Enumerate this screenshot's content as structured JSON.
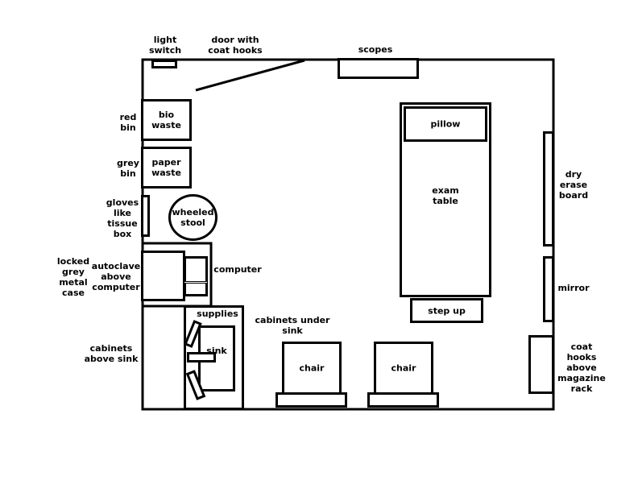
{
  "labels": {
    "light_switch": "light\nswitch",
    "door": "door with\ncoat hooks",
    "scopes": "scopes",
    "red_bin": "red\nbin",
    "bio_waste": "bio\nwaste",
    "grey_bin": "grey\nbin",
    "paper_waste": "paper\nwaste",
    "gloves": "gloves\nlike\ntissue\nbox",
    "wheeled_stool": "wheeled\nstool",
    "locked_case": "locked\ngrey\nmetal\ncase",
    "autoclave": "autoclave\nabove\ncomputer",
    "computer": "computer",
    "supplies": "supplies",
    "cabinets_under_sink": "cabinets under sink",
    "sink": "sink",
    "cabinets_above_sink": "cabinets\nabove sink",
    "chair_1": "chair",
    "chair_2": "chair",
    "pillow": "pillow",
    "exam_table": "exam\ntable",
    "step_up": "step up",
    "dry_erase_board": "dry\nerase\nboard",
    "mirror": "mirror",
    "coat_hooks_rack": "coat\nhooks\nabove\nmagazine\nrack"
  }
}
